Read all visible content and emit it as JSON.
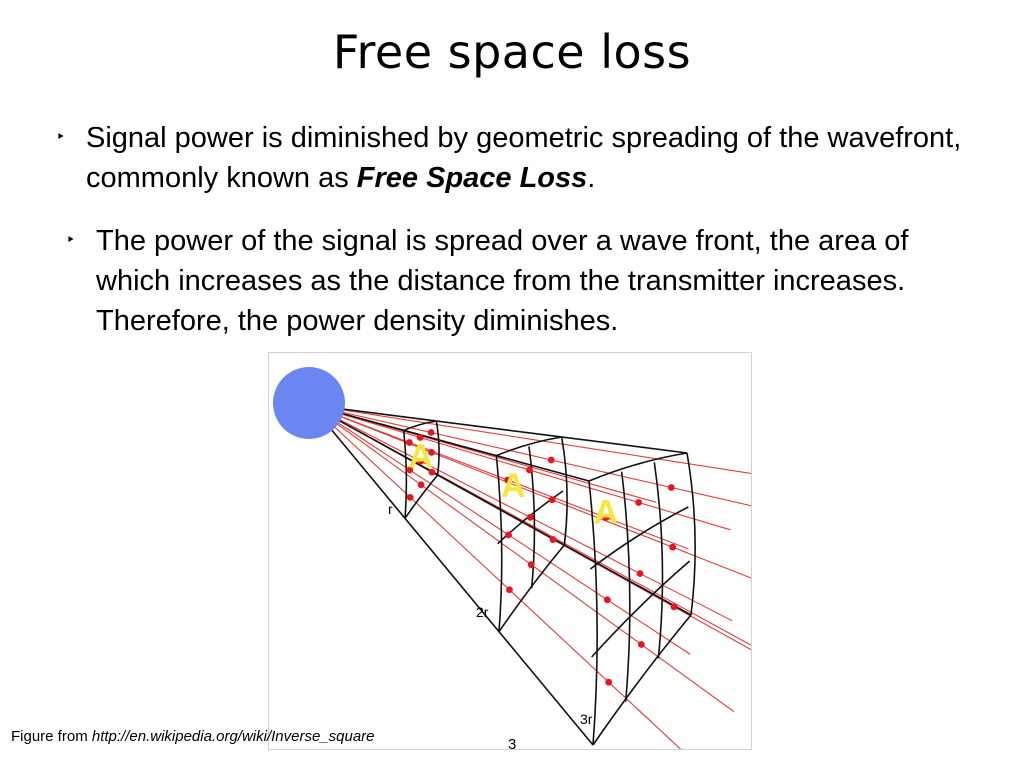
{
  "slide": {
    "title": "Free space loss",
    "bullets": [
      {
        "text_before": "Signal power is diminished by geometric spreading of the wavefront, commonly known as ",
        "emphasis": "Free Space Loss",
        "text_after": "."
      },
      {
        "text": "The power of the signal is spread over a wave front, the area of which increases as the distance from the transmitter increases. Therefore, the power density diminishes."
      }
    ],
    "bullet_icon": "triangle-right-icon",
    "caption_prefix": "Figure from ",
    "caption_link": "http://en.wikipedia.org/wiki/Inverse_square",
    "page_number": "3"
  },
  "figure": {
    "labels": {
      "r": "r",
      "r2": "2r",
      "r3": "3r"
    },
    "area_label": "A",
    "colors": {
      "source": "#6a86f0",
      "rays": "#e53c3c",
      "dots": "#e8141e",
      "area_letter": "#f3e83a",
      "grid": "#111111"
    }
  }
}
